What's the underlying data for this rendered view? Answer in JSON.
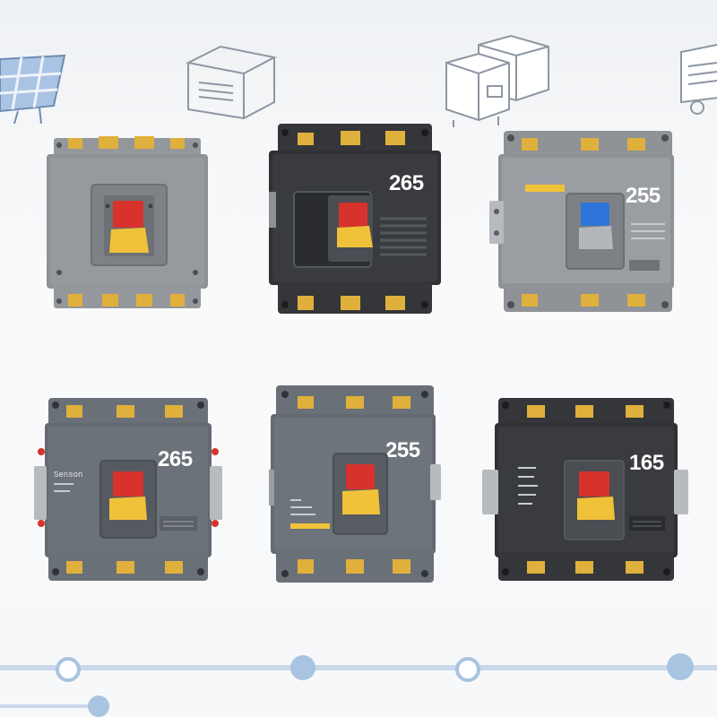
{
  "breakers": [
    {
      "id": "b1",
      "color": "light-gray",
      "handle": "red-yellow",
      "rating": ""
    },
    {
      "id": "b2",
      "color": "black",
      "handle": "red-yellow",
      "rating": "265"
    },
    {
      "id": "b3",
      "color": "light-gray",
      "handle": "blue-gray",
      "rating": "255"
    },
    {
      "id": "b4",
      "color": "slate-gray",
      "handle": "red-yellow",
      "rating": "265",
      "label": "Senson"
    },
    {
      "id": "b5",
      "color": "slate-gray",
      "handle": "red-yellow",
      "rating": "255"
    },
    {
      "id": "b6",
      "color": "black",
      "handle": "red-yellow",
      "rating": "165"
    }
  ],
  "background_icons": [
    "solar-panel-icon",
    "server-box-icon",
    "generator-icon",
    "generator-cart-icon"
  ],
  "colors": {
    "terminal": "#e0b03c",
    "red": "#d8322c",
    "yellow": "#f0c23a",
    "blue": "#2f74d8",
    "light_body": "#8e9195",
    "slate_body": "#646a72",
    "black_body": "#2f3134",
    "line": "#c9d9ea",
    "node": "#a9c4e0"
  }
}
